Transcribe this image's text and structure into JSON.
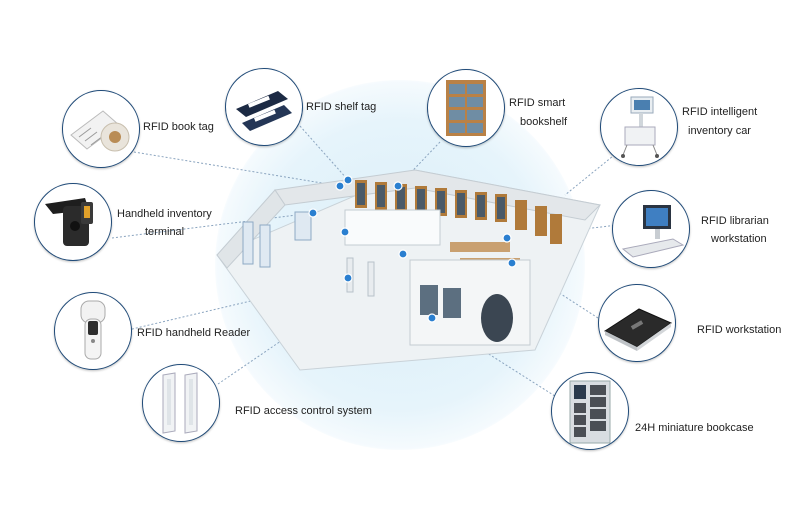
{
  "labels": {
    "book_tag": "RFID book tag",
    "shelf_tag": "RFID shelf tag",
    "smart_bookshelf_1": "RFID smart",
    "smart_bookshelf_2": "bookshelf",
    "inventory_car_1": "RFID intelligent",
    "inventory_car_2": "inventory car",
    "handheld_terminal_1": "Handheld inventory",
    "handheld_terminal_2": "terminal",
    "librarian_ws_1": "RFID librarian",
    "librarian_ws_2": "workstation",
    "handheld_reader": "RFID handheld Reader",
    "workstation": "RFID workstation",
    "access_control": "RFID access control system",
    "bookcase": "24H miniature bookcase"
  },
  "colors": {
    "bubble_border": "#1f4a78",
    "connector": "#8aa4bf",
    "glow": "#d9eef9",
    "hotspot": "#2a7fd0"
  },
  "icons": [
    "book-tag-roll-icon",
    "shelf-tag-icon",
    "bookshelf-icon",
    "inventory-car-icon",
    "handheld-terminal-icon",
    "librarian-workstation-icon",
    "handheld-reader-icon",
    "workstation-pad-icon",
    "access-gate-icon",
    "miniature-bookcase-icon",
    "library-floorplan-illustration"
  ]
}
